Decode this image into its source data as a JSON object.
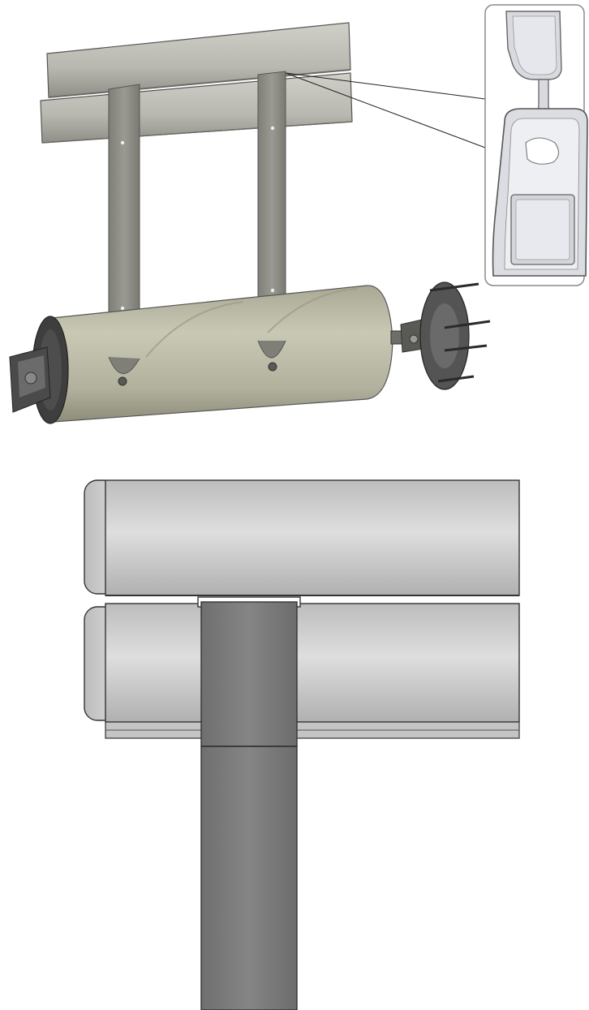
{
  "figure": {
    "views": [
      {
        "id": "isometric-view",
        "contents": [
          "roller-drum",
          "hanging-straps",
          "upper-slats",
          "mounting-bracket-left",
          "mounting-flange-right",
          "detail-callout"
        ]
      },
      {
        "id": "front-detail-view",
        "contents": [
          "upper-slat",
          "lower-slat",
          "hanging-strap"
        ]
      }
    ],
    "colors": {
      "background": "#ffffff",
      "slat_light": "#c9c9c2",
      "slat_dark": "#8f8f88",
      "strap": "#8c8c84",
      "drum": "#b9b8a4",
      "drum_end": "#3e3e3e",
      "flat_slat_light": "#d7d7d7",
      "flat_slat_dark": "#b3b3b3",
      "flat_strap": "#757575",
      "outline": "#222222",
      "callout_border": "#8a8a8a"
    }
  }
}
